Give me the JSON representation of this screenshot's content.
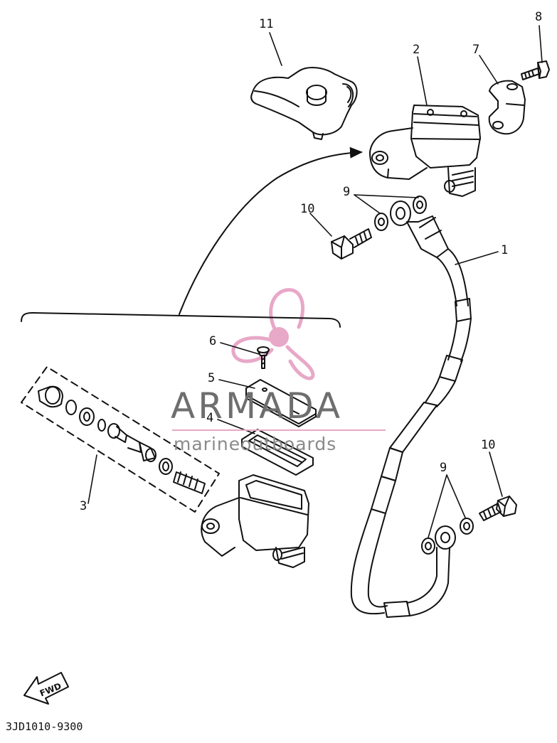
{
  "callouts": {
    "c1": "1",
    "c2": "2",
    "c3": "3",
    "c4": "4",
    "c5": "5",
    "c6": "6",
    "c7": "7",
    "c8": "8",
    "c9a": "9",
    "c9b": "9",
    "c10a": "10",
    "c10b": "10",
    "c11": "11"
  },
  "watermark": {
    "title": "ARMADA",
    "subtitle": "marineoutboards",
    "colors": {
      "pink": "#e8a8c8",
      "gray": "#6e6e6e"
    }
  },
  "fwd_label": "FWD",
  "diagram_code": "3JD1010-9300",
  "colors": {
    "line": "#111111",
    "background": "#ffffff"
  }
}
